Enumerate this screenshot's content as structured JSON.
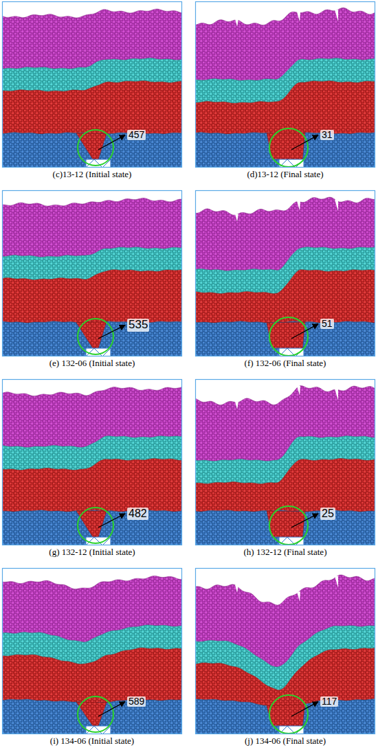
{
  "diagram": {
    "labels": [
      "457",
      "(c)13-12 (Initial state)",
      "31",
      "(d)13-12 (Final state)",
      "535",
      "(e) 132-06 (Initial state)",
      "51",
      "(f) 132-06 (Final state)",
      "482",
      "(g) 132-12 (Initial state)",
      "25",
      "(h) 132-12 (Final state)",
      "589",
      "(i) 134-06 (Initial state)",
      "117",
      "(j) 134-06 (Final state)"
    ]
  }
}
